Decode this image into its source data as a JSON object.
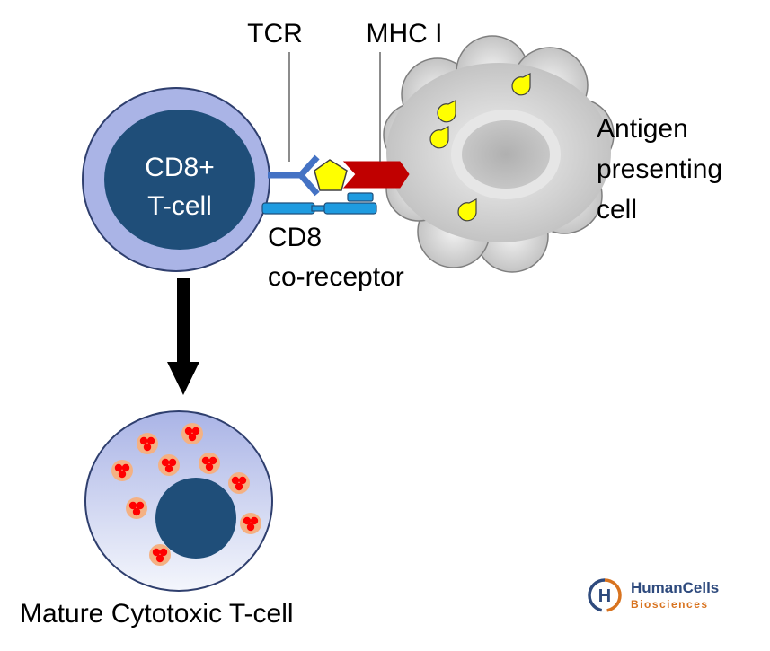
{
  "labels": {
    "tcr": "TCR",
    "mhc": "MHC I",
    "t_cell_line1": "CD8+",
    "t_cell_line2": "T-cell",
    "cd8_line1": "CD8",
    "cd8_line2": "co-receptor",
    "apc_line1": "Antigen",
    "apc_line2": "presenting",
    "apc_line3": "cell",
    "mature": "Mature Cytotoxic T-cell"
  },
  "logo": {
    "letter": "H",
    "name": "HumanCells",
    "sub": "Biosciences"
  },
  "colors": {
    "tcell_outer": "#aab4e6",
    "tcell_nucleus": "#1f4e79",
    "tcr": "#4472c4",
    "cd8": "#1e9be0",
    "mhc": "#c00000",
    "antigen": "#ffff00",
    "apc": "#bfbfbf",
    "granule": "#ff0000",
    "granule_halo": "#f4b183",
    "logo_blue": "#2e4a7d",
    "logo_orange": "#d8731f"
  }
}
